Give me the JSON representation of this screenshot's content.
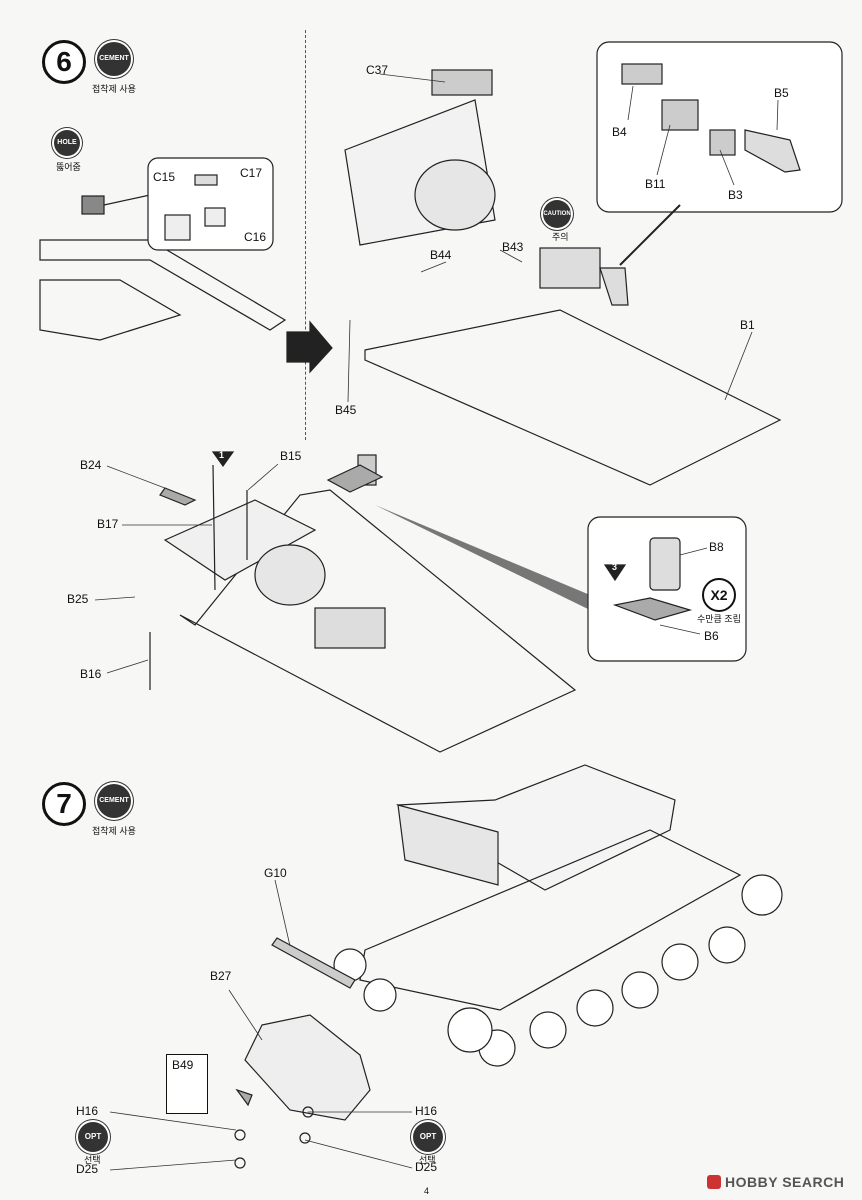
{
  "step6": {
    "number": "6",
    "cement": {
      "badge": "CEMENT",
      "caption": "접착제 사용"
    },
    "hole": {
      "badge": "HOLE",
      "caption": "뚫어줌"
    },
    "caution": {
      "badge": "CAUTION",
      "caption": "주의"
    },
    "parts": [
      "C15",
      "C17",
      "C16",
      "C37",
      "B4",
      "B5",
      "B11",
      "B3",
      "B44",
      "B43",
      "B1",
      "B45"
    ]
  },
  "substep": {
    "parts": [
      "B24",
      "B15",
      "B17",
      "B25",
      "B16",
      "B8",
      "B6"
    ],
    "marker1": "1",
    "marker3": "3",
    "x2": {
      "badge": "X2",
      "caption": "수만큼 조립"
    }
  },
  "step7": {
    "number": "7",
    "cement": {
      "badge": "CEMENT",
      "caption": "접착제 사용"
    },
    "parts": [
      "G10",
      "B27",
      "B49",
      "H16",
      "D25",
      "H16",
      "D25"
    ],
    "opt_left": {
      "badge": "OPT",
      "caption": "선택"
    },
    "opt_right": {
      "badge": "OPT",
      "caption": "선택"
    }
  },
  "page_number": "4",
  "watermark": "HOBBY SEARCH",
  "colors": {
    "ink": "#111111",
    "paper": "#f7f7f5",
    "badge": "#333333",
    "accent_red": "#cc3333"
  }
}
